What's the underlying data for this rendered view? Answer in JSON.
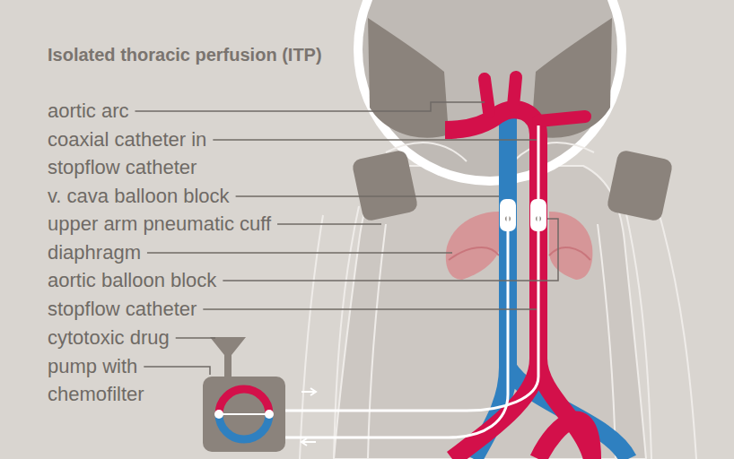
{
  "diagram": {
    "title": "Isolated thoracic perfusion (ITP)",
    "labels": [
      "aortic arc",
      "coaxial catheter in stopflow catheter",
      "v. cava balloon block",
      "upper arm pneumatic cuff",
      "diaphragm",
      "aortic balloon block",
      "stopflow catheter",
      "cytotoxic drug",
      "pump with chemofilter"
    ]
  }
}
